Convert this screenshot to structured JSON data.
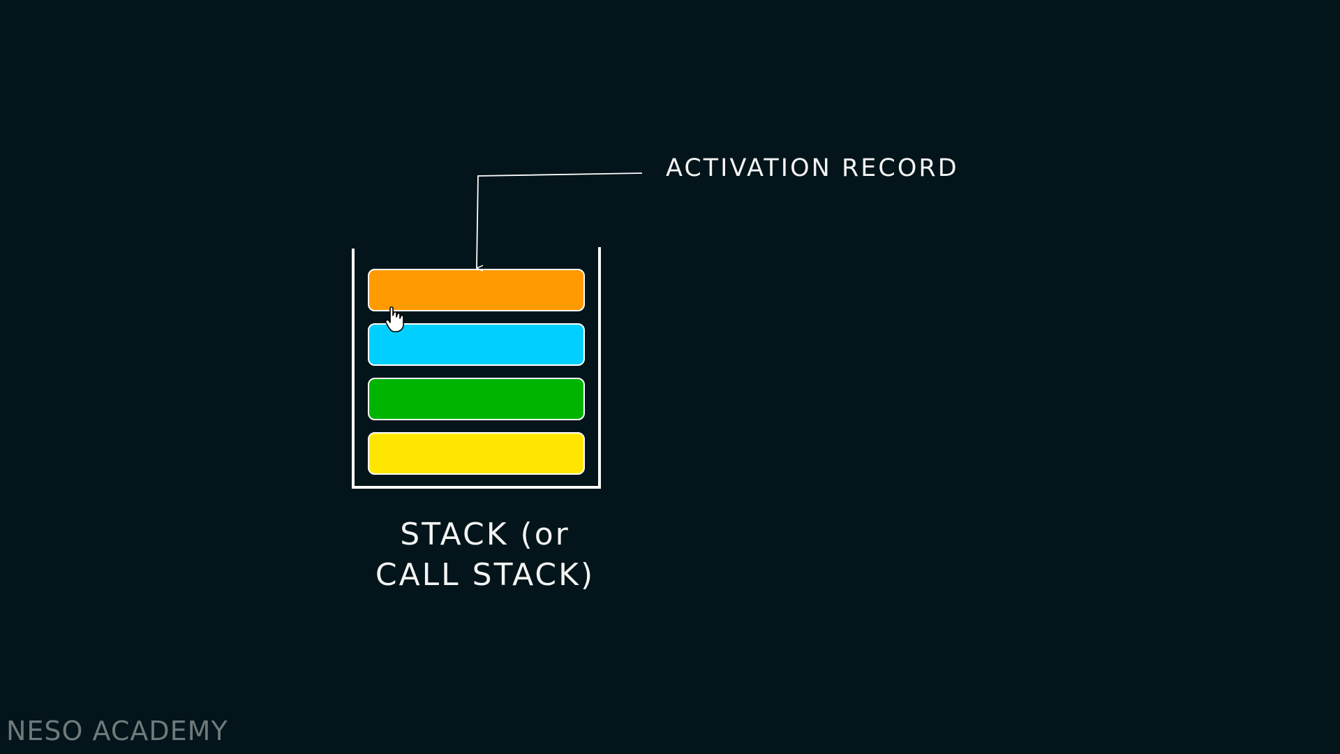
{
  "diagram": {
    "annotation_label": "ACTIVATION RECORD",
    "stack_caption_line1": "STACK (or",
    "stack_caption_line2": "CALL STACK)",
    "frames": [
      {
        "name": "frame-orange",
        "color": "#ff9a00"
      },
      {
        "name": "frame-blue",
        "color": "#00cfff"
      },
      {
        "name": "frame-green",
        "color": "#00b300"
      },
      {
        "name": "frame-yellow",
        "color": "#ffe600"
      }
    ]
  },
  "watermark": {
    "text": "NESO ACADEMY"
  },
  "colors": {
    "background": "#03151a",
    "line": "#ffffff"
  },
  "cursor": {
    "icon": "hand-pointer-icon"
  }
}
